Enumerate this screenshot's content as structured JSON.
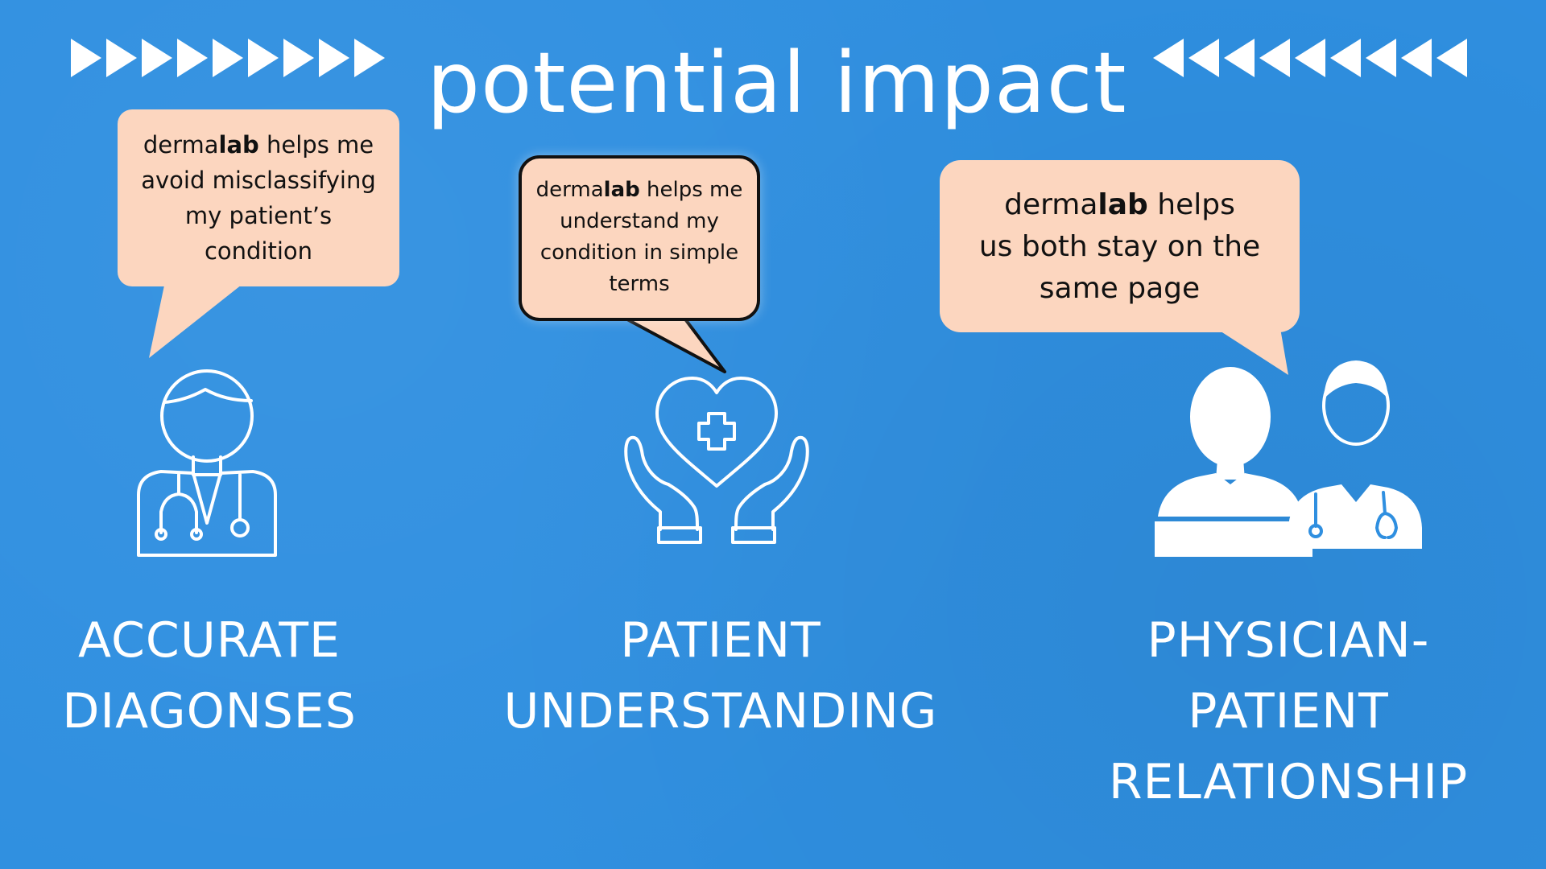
{
  "title": "potential impact",
  "colors": {
    "background": "#2f8fe0",
    "bubble": "#fcd6bf",
    "text_light": "#ffffff",
    "text_dark": "#111111"
  },
  "bubbles": [
    {
      "brand_prefix": "derma",
      "brand_bold": "lab",
      "text_first": " helps me",
      "text_rest": "avoid misclassifying my patient’s condition"
    },
    {
      "brand_prefix": "derma",
      "brand_bold": "lab",
      "text_first": " helps me",
      "text_rest": "understand my condition in simple terms"
    },
    {
      "brand_prefix": "derma",
      "brand_bold": "lab",
      "text_first": " helps",
      "text_rest": "us both stay on the same page"
    }
  ],
  "icons": [
    {
      "name": "doctor-stethoscope-icon"
    },
    {
      "name": "heart-hands-medical-icon"
    },
    {
      "name": "patient-doctor-icon"
    }
  ],
  "headings": [
    {
      "line1": "ACCURATE",
      "line2": "DIAGONSES",
      "line3": ""
    },
    {
      "line1": "PATIENT",
      "line2": "UNDERSTANDING",
      "line3": ""
    },
    {
      "line1": "PHYSICIAN-",
      "line2": "PATIENT",
      "line3": "RELATIONSHIP"
    }
  ]
}
